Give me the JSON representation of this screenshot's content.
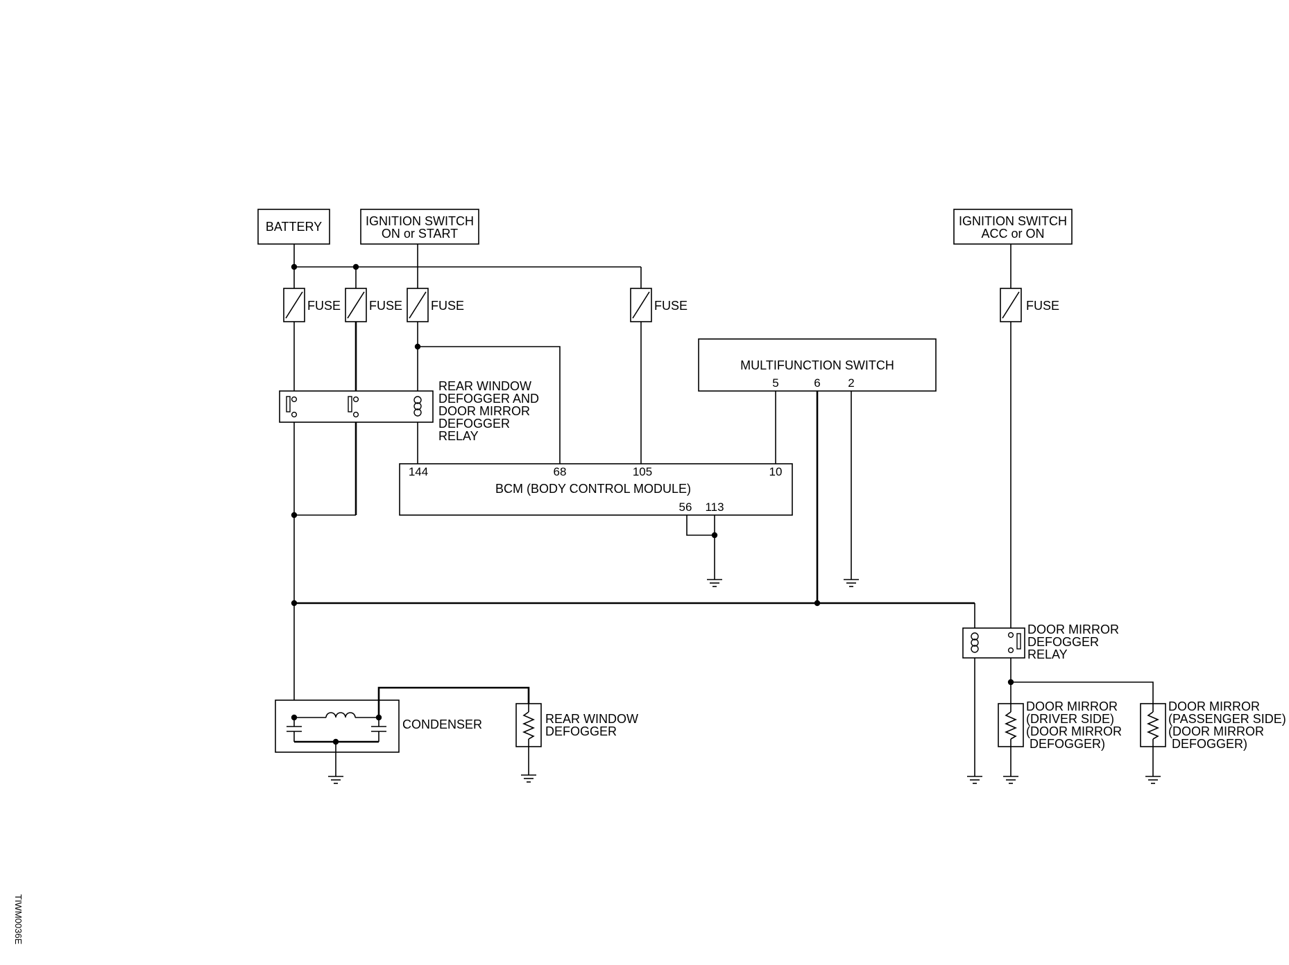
{
  "sources": {
    "battery": "BATTERY",
    "ignition_on_start": [
      "IGNITION SWITCH",
      "ON or START"
    ],
    "ignition_acc_on": [
      "IGNITION SWITCH",
      "ACC or ON"
    ]
  },
  "fuse_label": "FUSE",
  "rear_relay": [
    "REAR WINDOW",
    "DEFOGGER AND",
    "DOOR MIRROR",
    "DEFOGGER",
    "RELAY"
  ],
  "multifunction_switch": {
    "title": "MULTIFUNCTION SWITCH",
    "pins": [
      "5",
      "6",
      "2"
    ]
  },
  "bcm": {
    "title": "BCM (BODY CONTROL MODULE)",
    "top_pins": [
      "144",
      "68",
      "105",
      "10"
    ],
    "bottom_pins": [
      "56",
      "113"
    ]
  },
  "condenser": "CONDENSER",
  "rear_window_defogger": [
    "REAR WINDOW",
    "DEFOGGER"
  ],
  "door_mirror_relay": [
    "DOOR MIRROR",
    "DEFOGGER",
    "RELAY"
  ],
  "door_mirror_driver": [
    "DOOR MIRROR",
    "(DRIVER SIDE)",
    "(DOOR MIRROR",
    " DEFOGGER)"
  ],
  "door_mirror_passenger": [
    "DOOR MIRROR",
    "(PASSENGER SIDE)",
    "(DOOR MIRROR",
    " DEFOGGER)"
  ],
  "figure_code": "TIWM0036E"
}
